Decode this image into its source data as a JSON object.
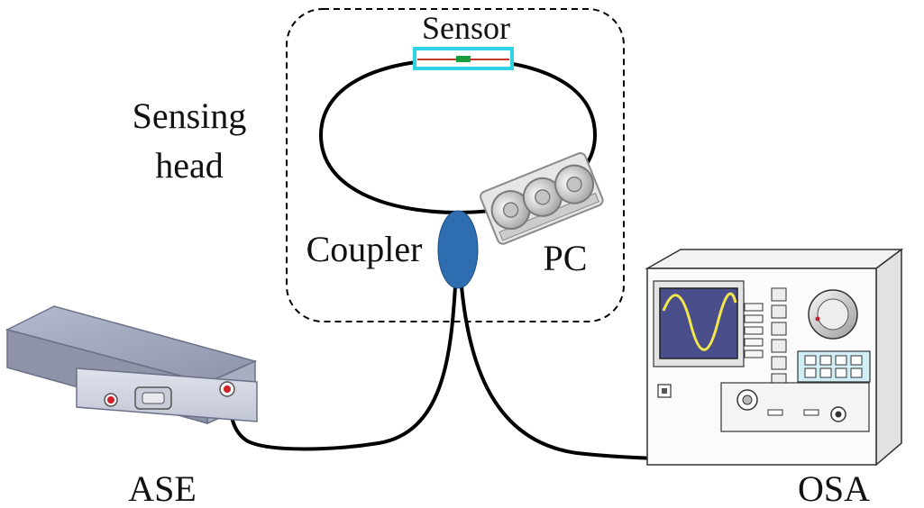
{
  "labels": {
    "sensor": "Sensor",
    "sensing_head_line1": "Sensing",
    "sensing_head_line2": "head",
    "coupler": "Coupler",
    "pc": "PC",
    "ase": "ASE",
    "osa": "OSA"
  },
  "colors": {
    "fiber": "#000000",
    "coupler": "#2e6db0",
    "sensor_frame": "#2fd3e3",
    "sensor_core": "#c0392b",
    "sensor_grating": "#1a9c3e",
    "osa_screen": "#4a4f8c",
    "osa_wave": "#f2e84b",
    "osa_keypad": "#cfeef5"
  },
  "icons": {
    "ase": "ase-light-source-icon",
    "osa": "osa-analyzer-icon",
    "pc": "polarization-controller-icon",
    "sensor": "fiber-sensor-icon"
  }
}
